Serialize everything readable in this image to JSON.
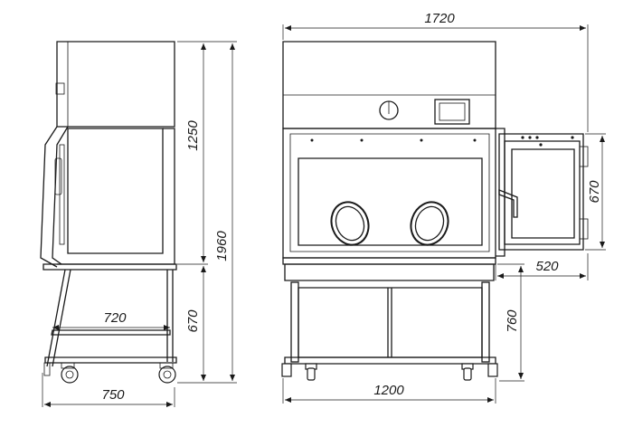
{
  "dimensions": {
    "side_upper_height": "1250",
    "side_total_height": "1960",
    "side_lower_height": "670",
    "side_inner_width": "720",
    "side_total_width": "750",
    "front_total_width": "1720",
    "front_body_width": "1200",
    "passbox_height": "670",
    "passbox_width": "520",
    "front_lower_height": "760"
  }
}
